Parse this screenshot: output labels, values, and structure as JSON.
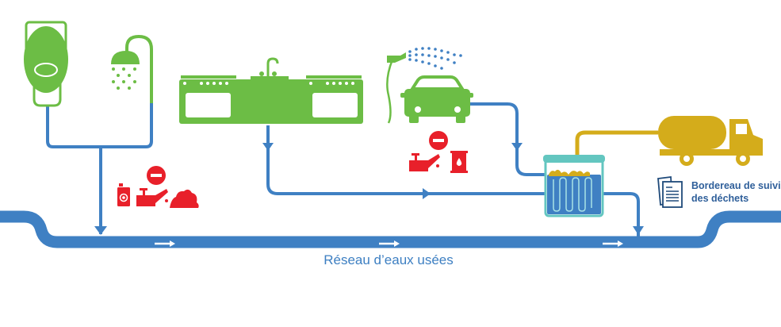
{
  "colors": {
    "water_pipe": "#3f80c3",
    "fixtures": "#6cbd45",
    "prohibited": "#e8202a",
    "sludge_truck": "#d4ac1b",
    "separator_lid": "#63c6c0",
    "document_text": "#2f5f9a"
  },
  "labels": {
    "network": "Réseau d’eaux usées",
    "document_line1": "Bordereau de suivi",
    "document_line2": "des déchets"
  },
  "icons": {
    "toilet": "toilet-icon",
    "shower": "shower-icon",
    "kitchen": "kitchen-counter-icon",
    "car_wash": "car-wash-icon",
    "spray_gun": "spray-gun-icon",
    "separator": "grease-separator-icon",
    "truck": "tanker-truck-icon",
    "document": "document-icon",
    "no_entry": "no-entry-icon",
    "oil_can": "oil-can-icon",
    "solvent_can": "solvent-can-icon",
    "waste_pile": "waste-pile-icon",
    "barrel": "oil-barrel-icon"
  }
}
